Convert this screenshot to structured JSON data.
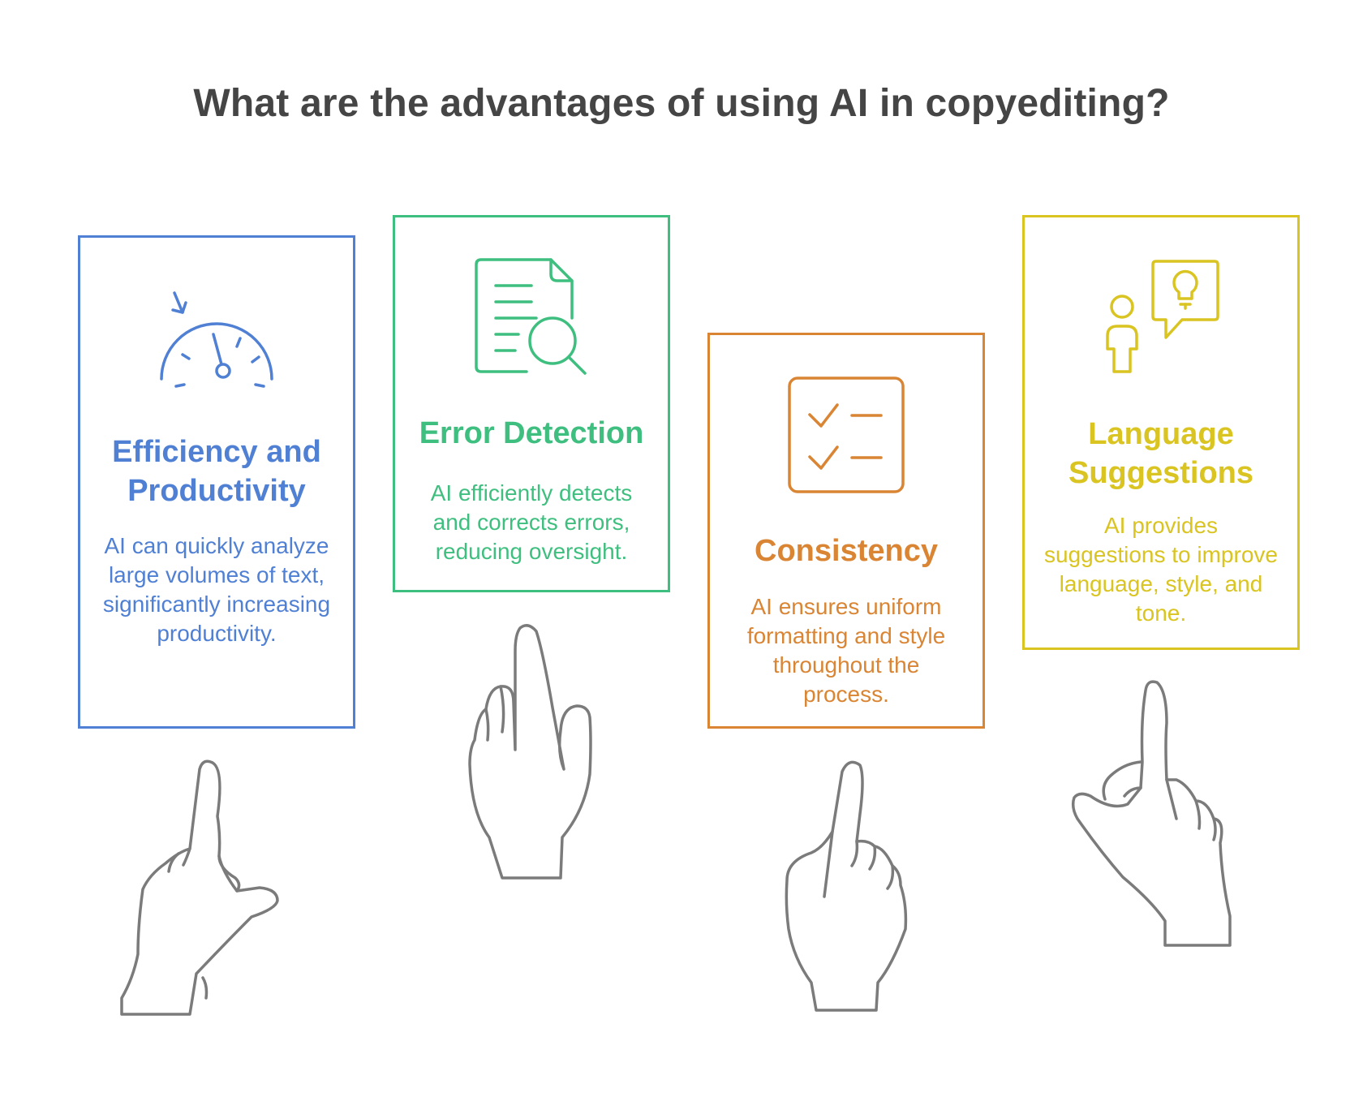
{
  "title": "What are the advantages of using AI in copyediting?",
  "colors": {
    "title": "#454545",
    "blue": "#5080d4",
    "green": "#3fbf7f",
    "orange": "#d98534",
    "yellow": "#d9c421",
    "hand": "#7b7b7b"
  },
  "cards": [
    {
      "title": "Efficiency and Productivity",
      "description": "AI can quickly analyze large volumes of text, significantly increasing productivity.",
      "icon": "speedometer-icon",
      "color": "#5080d4"
    },
    {
      "title": "Error Detection",
      "description": "AI efficiently detects and corrects errors, reducing oversight.",
      "icon": "document-search-icon",
      "color": "#3fbf7f"
    },
    {
      "title": "Consistency",
      "description": "AI ensures uniform formatting and style throughout the process.",
      "icon": "checklist-icon",
      "color": "#d98534"
    },
    {
      "title": "Language Suggestions",
      "description": "AI provides suggestions to improve language, style, and tone.",
      "icon": "person-idea-icon",
      "color": "#d9c421"
    }
  ]
}
